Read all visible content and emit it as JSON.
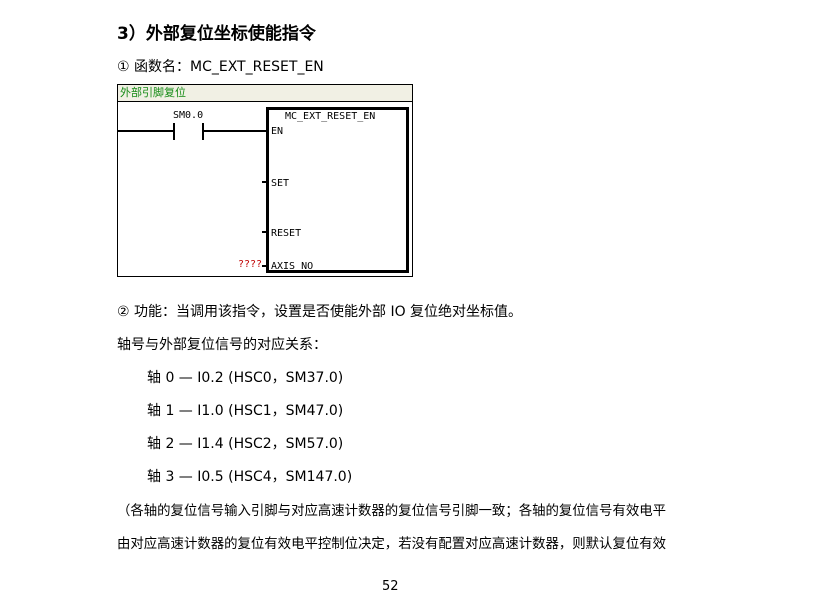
{
  "title": "3）外部复位坐标使能指令",
  "func_name_line": "① 函数名：MC_EXT_RESET_EN",
  "diagram": {
    "header": "外部引脚复位",
    "contact": "SM0.0",
    "block_name": "MC_EXT_RESET_EN",
    "pins": [
      "EN",
      "SET",
      "RESET",
      "AXIS_NO"
    ],
    "axis_value": "????"
  },
  "function_line": "② 功能：当调用该指令，设置是否使能外部 IO 复位绝对坐标值。",
  "relation_heading": "轴号与外部复位信号的对应关系：",
  "axes": [
    "轴 0 — I0.2 (HSC0，SM37.0)",
    "轴 1 — I1.0 (HSC1，SM47.0)",
    "轴 2 — I1.4 (HSC2，SM57.0)",
    "轴 3 — I0.5 (HSC4，SM147.0)"
  ],
  "note_lines": [
    "（各轴的复位信号输入引脚与对应高速计数器的复位信号引脚一致；各轴的复位信号有效电平",
    "由对应高速计数器的复位有效电平控制位决定，若没有配置对应高速计数器，则默认复位有效"
  ],
  "page_number": "52"
}
